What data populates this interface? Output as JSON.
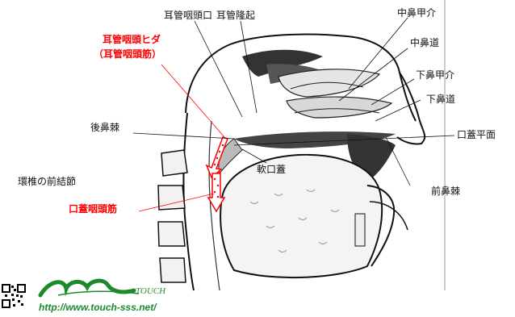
{
  "labels": {
    "eustachian_pharyngeal_opening": "耳管咽頭口",
    "torus_tubarius": "耳管隆起",
    "middle_turbinate": "中鼻甲介",
    "middle_meatus": "中鼻道",
    "inferior_turbinate": "下鼻甲介",
    "inferior_meatus": "下鼻道",
    "salpingopharyngeal_fold": "耳管咽頭ヒダ",
    "salpingopharyngeus_muscle": "（耳管咽頭筋）",
    "posterior_nasal_spine": "後鼻棘",
    "palatal_plane": "口蓋平面",
    "soft_palate": "軟口蓋",
    "atlas_anterior_tubercle": "環椎の前結節",
    "anterior_nasal_spine": "前鼻棘",
    "palatopharyngeus_muscle": "口蓋咽頭筋"
  },
  "logo": {
    "brand": "TOUCH",
    "url": "http://www.touch-sss.net/"
  },
  "colors": {
    "highlight": "#ff0000",
    "brand_green": "#1a8a2a"
  }
}
